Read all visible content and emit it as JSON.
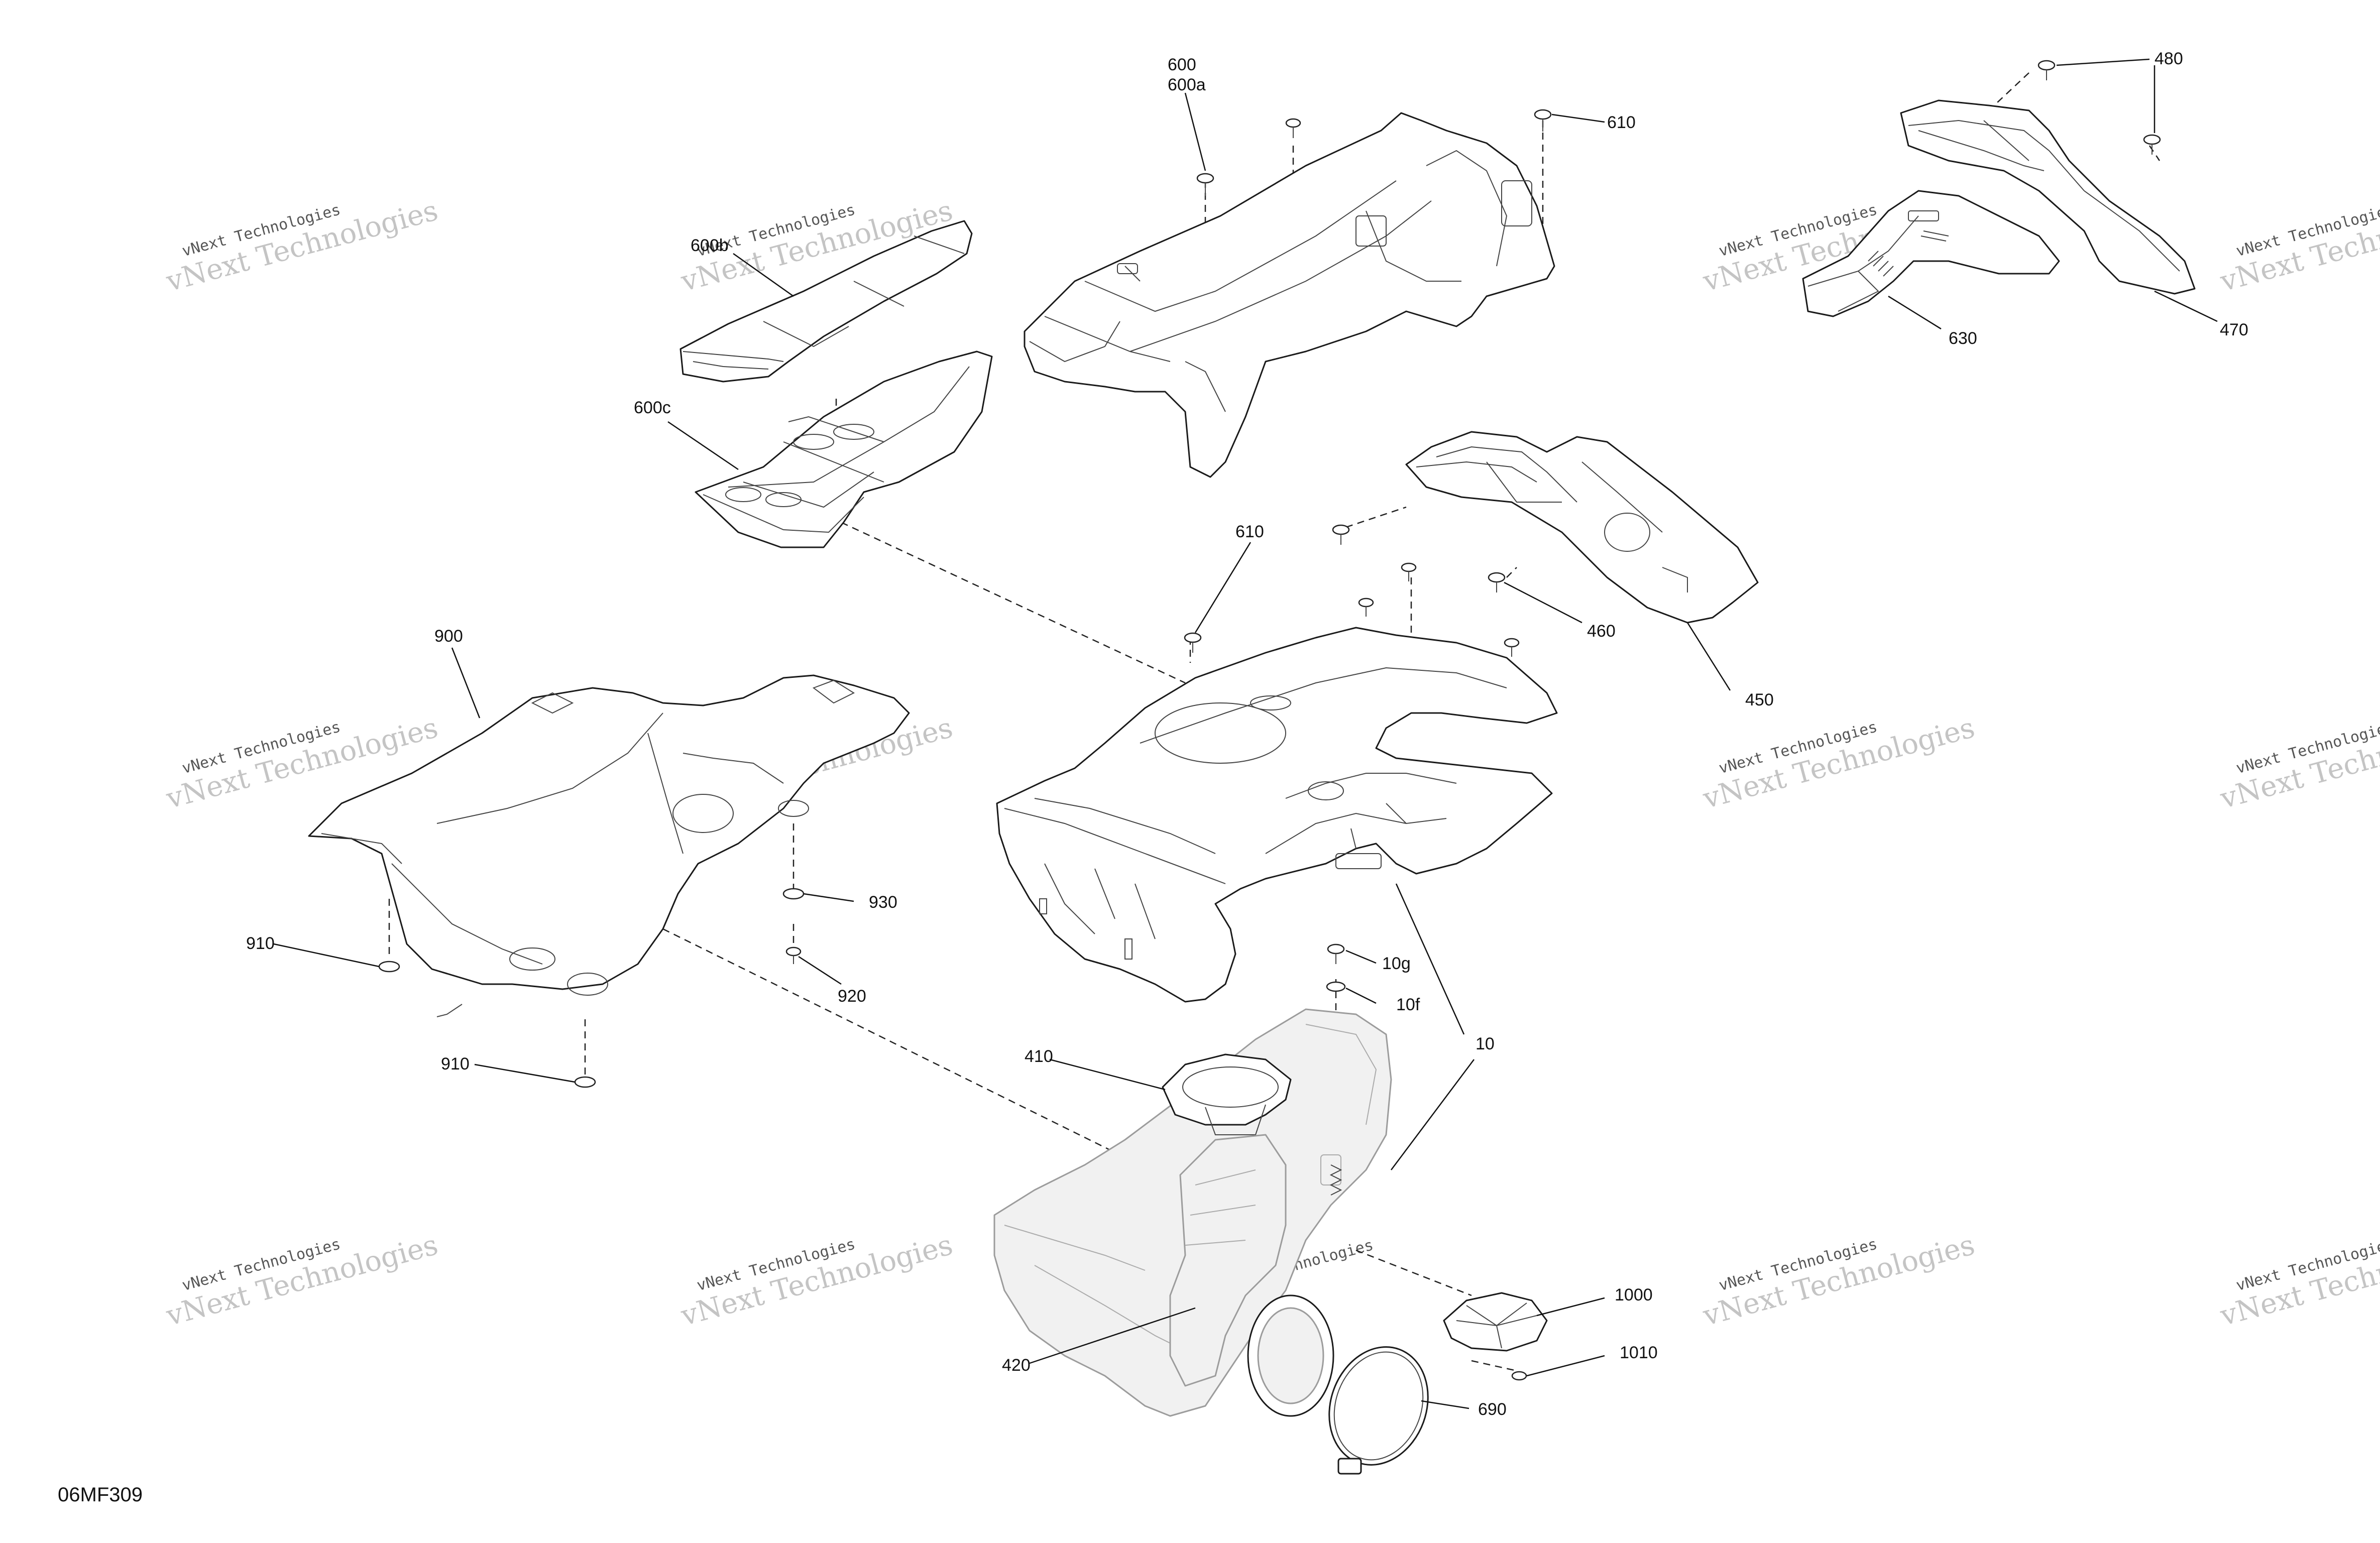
{
  "diagram": {
    "code": "06MF309",
    "watermark": {
      "line1": "vNext Technologies",
      "line2": "vNext Technologies"
    },
    "callouts": [
      {
        "id": "600",
        "text": "600"
      },
      {
        "id": "600a",
        "text": "600a"
      },
      {
        "id": "600b",
        "text": "600b"
      },
      {
        "id": "600c",
        "text": "600c"
      },
      {
        "id": "610a",
        "text": "610"
      },
      {
        "id": "610b",
        "text": "610"
      },
      {
        "id": "480",
        "text": "480"
      },
      {
        "id": "470",
        "text": "470"
      },
      {
        "id": "630",
        "text": "630"
      },
      {
        "id": "460",
        "text": "460"
      },
      {
        "id": "450",
        "text": "450"
      },
      {
        "id": "900",
        "text": "900"
      },
      {
        "id": "930",
        "text": "930"
      },
      {
        "id": "910a",
        "text": "910"
      },
      {
        "id": "910b",
        "text": "910"
      },
      {
        "id": "920",
        "text": "920"
      },
      {
        "id": "10g",
        "text": "10g"
      },
      {
        "id": "10f",
        "text": "10f"
      },
      {
        "id": "10",
        "text": "10"
      },
      {
        "id": "410",
        "text": "410"
      },
      {
        "id": "420",
        "text": "420"
      },
      {
        "id": "1000",
        "text": "1000"
      },
      {
        "id": "1010",
        "text": "1010"
      },
      {
        "id": "690",
        "text": "690"
      }
    ]
  },
  "colors": {
    "line": "#1a1a1a",
    "ghost": "#9c9c9c",
    "watermark": "#c4c4c4"
  }
}
